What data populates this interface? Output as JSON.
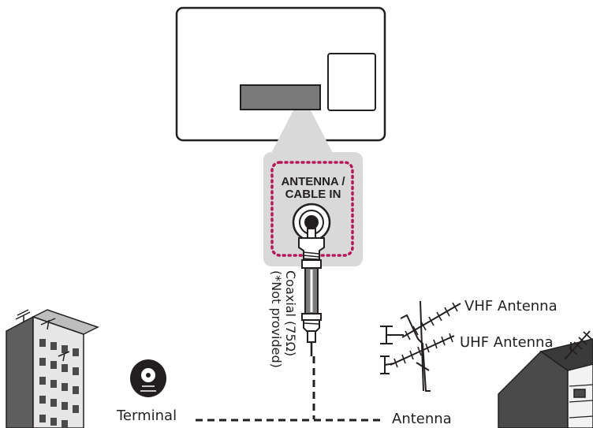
{
  "labels": {
    "port": [
      "ANTENNA /",
      "CABLE IN"
    ],
    "cable": [
      "Coaxial (75Ω)",
      "(*Not provided)"
    ],
    "vhf": "VHF Antenna",
    "uhf": "UHF Antenna",
    "terminal": "Terminal",
    "antenna": "Antenna"
  },
  "colors": {
    "line": "#231f20",
    "panel_gray": "#d9d9d9",
    "port_gray": "#7a7a7a",
    "port_dots": "#b5195b",
    "building_dark": "#4a4a4a"
  },
  "icons": [
    "tv-back-icon",
    "coaxial-cable-icon",
    "apartment-building-icon",
    "wall-terminal-icon",
    "tv-antenna-icon",
    "house-icon"
  ]
}
